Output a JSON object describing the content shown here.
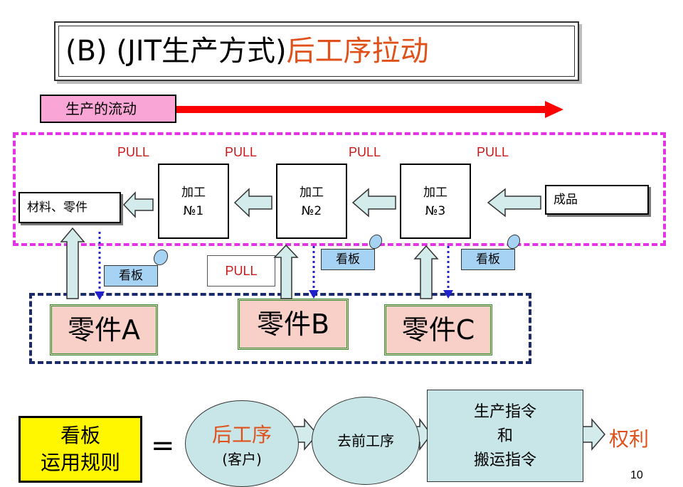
{
  "title": {
    "prefix": "(B) (JIT生产方式)",
    "accent": "后工序拉动"
  },
  "flow_label": "生产的流动",
  "pull_label": "PULL",
  "processes": [
    {
      "line1": "加工",
      "line2": "№1"
    },
    {
      "line1": "加工",
      "line2": "№2"
    },
    {
      "line1": "加工",
      "line2": "№3"
    }
  ],
  "materials_label": "材料、零件",
  "product_label": "成品",
  "kanban_label": "看板",
  "parts": [
    "零件A",
    "零件B",
    "零件C"
  ],
  "rules": {
    "line1": "看板",
    "line2": "运用规则"
  },
  "equals": "=",
  "downstream": {
    "main": "后工序",
    "sub": "(客户)"
  },
  "upstream": "去前工序",
  "instructions": {
    "line1": "生产指令",
    "line2": "和",
    "line3": "搬运指令"
  },
  "rights": "权利",
  "page_number": "10",
  "colors": {
    "accent": "#e0501a",
    "pull_red": "#cc1a1a",
    "magenta_border": "#e433e4",
    "navy_border": "#1a2a6a",
    "kanban_blue": "#a6d3f3",
    "part_pink": "#f8d0c8"
  }
}
